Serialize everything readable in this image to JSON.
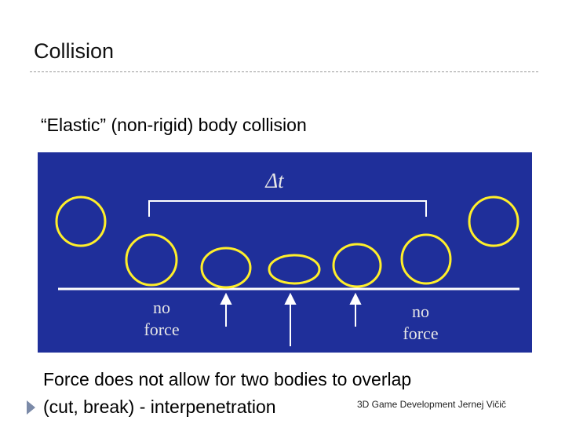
{
  "slide": {
    "title": "Collision",
    "subtitle": "“Elastic” (non-rigid) body collision",
    "body_line_1": "Force does not allow for two bodies to overlap",
    "body_line_2": "(cut, break) - interpenetration",
    "footer": "3D Game Development Jernej Vičič"
  },
  "figure": {
    "delta_label": "Δt",
    "left_label_line1": "no",
    "left_label_line2": "force",
    "right_label_line1": "no",
    "right_label_line2": "force",
    "colors": {
      "background": "#1f2f9a",
      "ball_stroke": "#ffef2a",
      "line": "#ffffff"
    }
  }
}
